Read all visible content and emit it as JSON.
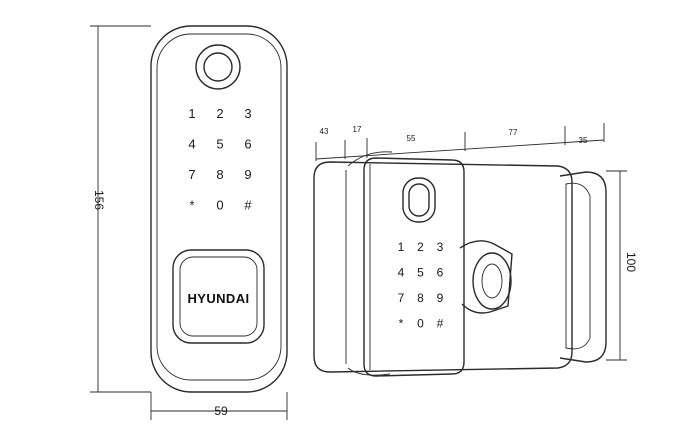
{
  "front_view": {
    "brand": "HYUNDAI",
    "keypad": [
      "1",
      "2",
      "3",
      "4",
      "5",
      "6",
      "7",
      "8",
      "9",
      "*",
      "0",
      "#"
    ],
    "height": "156",
    "width": "59"
  },
  "side_view": {
    "keypad": [
      "1",
      "2",
      "3",
      "4",
      "5",
      "6",
      "7",
      "8",
      "9",
      "*",
      "0",
      "#"
    ],
    "dim_a": "43",
    "dim_b": "17",
    "dim_c": "55",
    "dim_d": "77",
    "dim_e": "35",
    "height": "100"
  }
}
